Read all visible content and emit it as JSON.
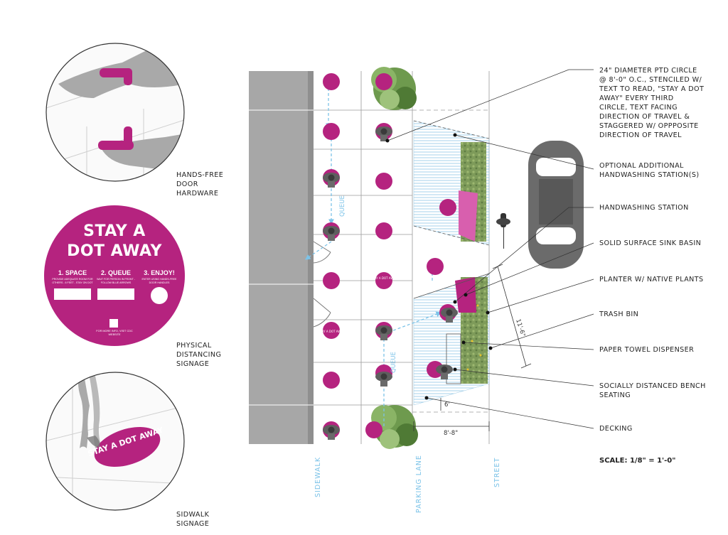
{
  "vignettes": {
    "door": {
      "caption": "HANDS-FREE\nDOOR\nHARDWARE"
    },
    "signage": {
      "title_line1": "STAY A",
      "title_line2": "DOT AWAY",
      "steps": [
        {
          "heading": "1. SPACE",
          "text": "PROVIDE ADEQUATE ROOM FOR OTHERS - 6 FEET - STAY ON DOT"
        },
        {
          "heading": "2. QUEUE",
          "text": "WAIT FOR PERSON IN FRONT - FOLLOW BLUE ARROWS"
        },
        {
          "heading": "3. ENJOY!",
          "text": "ENTER USING HANDS-FREE DOOR HANDLES"
        }
      ],
      "footer": "FOR MORE INFO, VISIT CDC WEBSITE",
      "caption": "PHYSICAL\nDISTANCING\nSIGNAGE"
    },
    "sidewalk": {
      "dot_text": "STAY A DOT AWAY",
      "caption": "SIDWALK\nSIGNAGE"
    }
  },
  "plan": {
    "queue_label": "QUEUE",
    "small_dot_texts": [
      "STAY A DOT AWAY",
      "STAY A DOT AWAY"
    ],
    "dimensions": [
      "11'-6\"",
      "6'",
      "8'-8\""
    ],
    "axis_labels": [
      "SIDEWALK",
      "PARKING LANE",
      "STREET"
    ]
  },
  "callouts": [
    "24\" DIAMETER PTD CIRCLE\n@ 8'-0\" O.C., STENCILED W/\nTEXT TO READ, \"STAY A DOT\nAWAY\" EVERY THIRD\nCIRCLE, TEXT FACING\nDIRECTION OF TRAVEL &\nSTAGGERED W/ OPPPOSITE\nDIRECTION OF TRAVEL",
    "OPTIONAL ADDITIONAL\nHANDWASHING STATION(S)",
    "HANDWASHING STATION",
    "SOLID SURFACE SINK BASIN",
    "PLANTER W/ NATIVE PLANTS",
    "TRASH BIN",
    "PAPER TOWEL DISPENSER",
    "SOCIALLY DISTANCED BENCH\nSEATING",
    "DECKING"
  ],
  "scale": "SCALE: 1/8\" = 1'-0\"",
  "colors": {
    "magenta": "#b5237f",
    "blue": "#a8d5ee",
    "light_blue": "#7cc3e8",
    "gray": "#a7a7a7"
  }
}
